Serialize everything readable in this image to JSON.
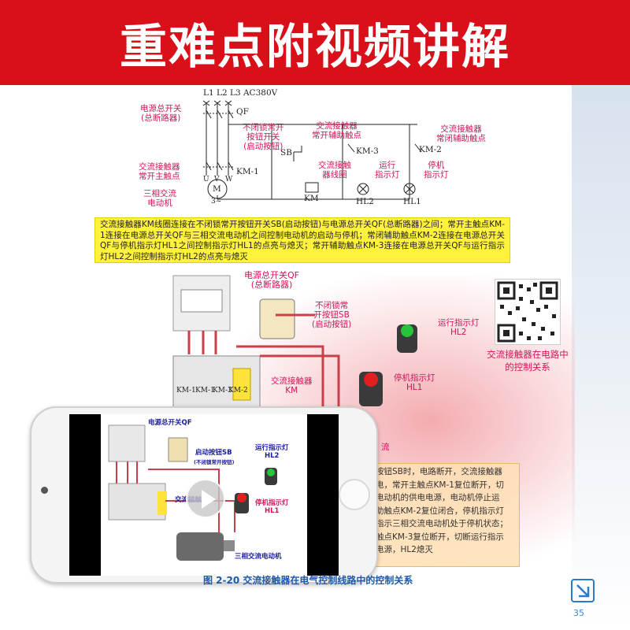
{
  "banner": {
    "title": "重难点附视频讲解"
  },
  "schematic": {
    "lines": "L1 L2 L3 AC380V",
    "qf": "QF",
    "km1": "KM-1",
    "km2": "KM-2",
    "km3": "KM-3",
    "km": "KM",
    "hl1": "HL1",
    "hl2": "HL2",
    "sb": "SB",
    "motor_symbol": "M",
    "motor_phase": "3~",
    "uvw": [
      "U",
      "V",
      "W"
    ],
    "labels": {
      "main_switch": [
        "电源总开关",
        "(总断路器)"
      ],
      "contactor_main": [
        "交流接触器",
        "常开主触点"
      ],
      "motor": [
        "三相交流",
        "电动机"
      ],
      "button": [
        "不闭锁常开",
        "按钮开关",
        "(启动按钮)"
      ],
      "aux_no": [
        "交流接触器",
        "常开辅助触点"
      ],
      "coil": [
        "交流接触",
        "器线圈"
      ],
      "run_lamp": [
        "运行",
        "指示灯"
      ],
      "stop_lamp": [
        "停机",
        "指示灯"
      ],
      "aux_nc": [
        "交流接触器",
        "常闭辅助触点"
      ]
    }
  },
  "description": "交流接触器KM线圈连接在不闭锁常开按钮开关SB(启动按钮)与电源总开关QF(总断路器)之间；常开主触点KM-1连接在电源总开关QF与三相交流电动机之间控制电动机的启动与停机；常闭辅助触点KM-2连接在电源总开关QF与停机指示灯HL1之间控制指示灯HL1的点亮与熄灭；常开辅助触点KM-3连接在电源总开关QF与运行指示灯HL2之间控制指示灯HL2的点亮与熄灭",
  "photo": {
    "main_switch": [
      "电源总开关QF",
      "(总断路器)"
    ],
    "button": [
      "不闭锁常",
      "开按钮SB",
      "(启动按钮)"
    ],
    "run_lamp": [
      "运行指示灯",
      "HL2"
    ],
    "contactor": [
      "交流接触器",
      "KM"
    ],
    "stop_lamp": [
      "停机指示灯",
      "HL1"
    ],
    "km_tags": [
      "KM-1",
      "KM-1",
      "KM-3",
      "KM-2"
    ],
    "partial_label": "流"
  },
  "qr_caption": "交流接触器在电路中的控制关系",
  "explain_lines": [
    "按钮SB时，电路断开，交流接触器",
    "电，常开主触点KM-1复位断开，切",
    "电动机的供电电源，电动机停止运",
    "助触点KM-2复位闭合，停机指示灯",
    "指示三相交流电动机处于停机状态；",
    "触点KM-3复位断开，切断运行指示",
    "电源，HL2熄灭"
  ],
  "video": {
    "main_switch": "电源总开关QF",
    "start_button": "启动按钮SB",
    "start_button_note": "(不闭锁常开按钮)",
    "run_lamp": [
      "运行指示灯",
      "HL2"
    ],
    "contactor": "交流接触器",
    "stop_lamp": [
      "停机指示灯",
      "HL1"
    ],
    "motor": "三相交流电动机"
  },
  "caption": "图 2-20   交流接触器在电气控制线路中的控制关系",
  "page_number": "35",
  "colors": {
    "banner": "#d9101a",
    "label": "#d0145a",
    "note_bg": "#fff23c",
    "caption": "#1e5aa8"
  }
}
